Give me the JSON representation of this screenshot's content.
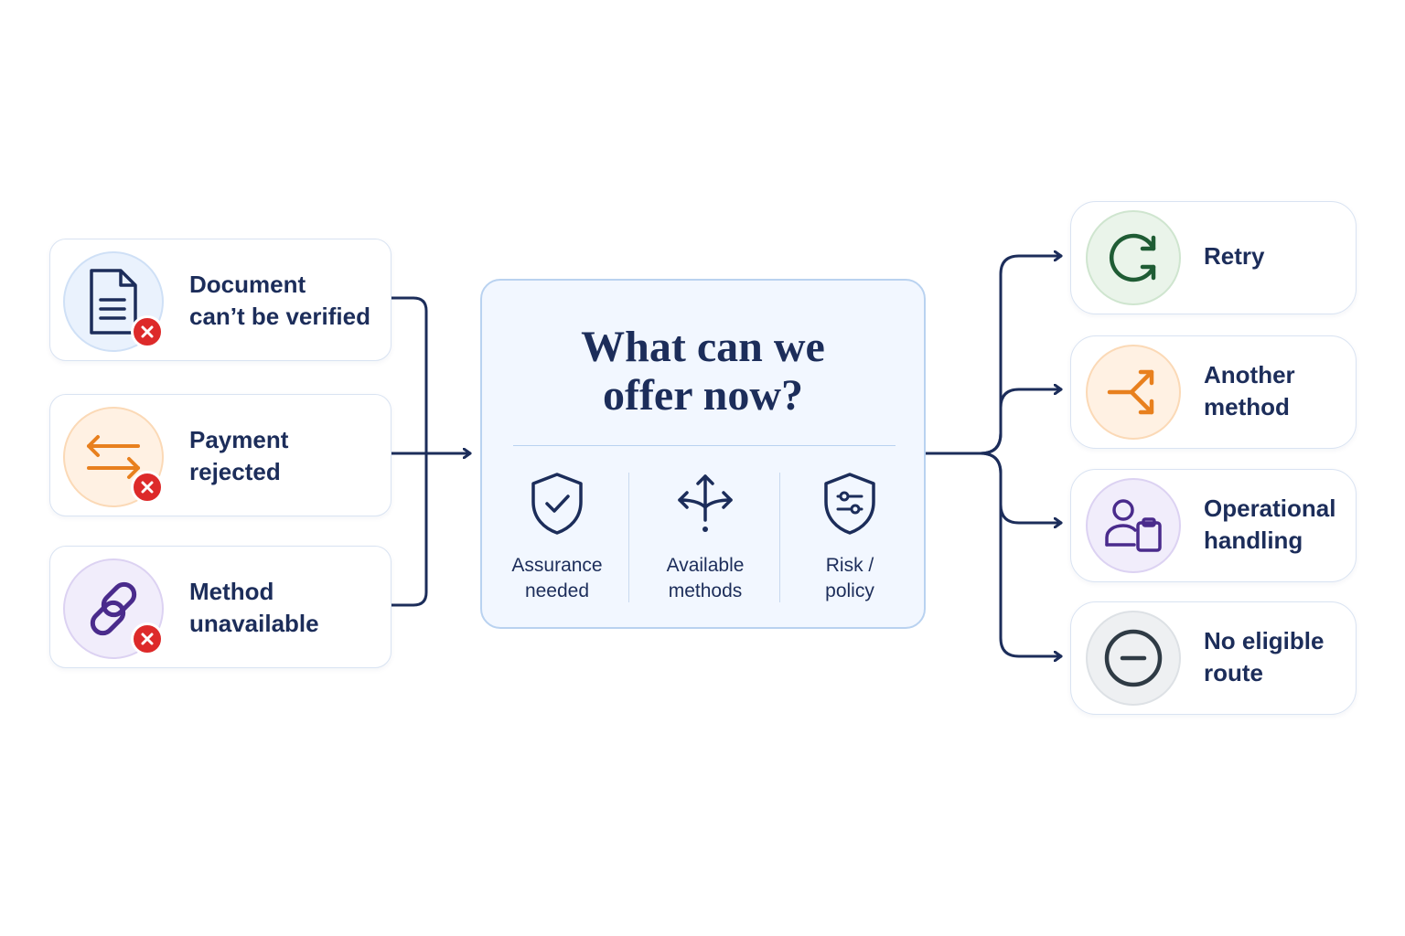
{
  "colors": {
    "navy": "#1c2d5a",
    "line": "#1c2d5a",
    "error_badge": "#dd2a2a",
    "hub_fill": "#f2f7ff",
    "hub_border": "#b9d2f0",
    "blue_soft": "#eaf2fd",
    "orange": "#e8801e",
    "orange_soft": "#fff1e3",
    "purple": "#4a2b8c",
    "purple_soft": "#f1edfb",
    "green": "#1f5c34",
    "green_soft": "#eaf4ea",
    "gray_soft": "#eef0f2",
    "gray_icon": "#2f3b45"
  },
  "inputs": [
    {
      "label": "Document\ncan’t be verified",
      "icon": "document-icon",
      "status_icon": "error-x-icon"
    },
    {
      "label": "Payment\nrejected",
      "icon": "swap-arrows-icon",
      "status_icon": "error-x-icon"
    },
    {
      "label": "Method\nunavailable",
      "icon": "link-icon",
      "status_icon": "error-x-icon"
    }
  ],
  "hub": {
    "title": "What can we\noffer now?",
    "factors": [
      {
        "label": "Assurance\nneeded",
        "icon": "shield-check-icon"
      },
      {
        "label": "Available\nmethods",
        "icon": "branching-arrows-icon"
      },
      {
        "label": "Risk /\npolicy",
        "icon": "shield-sliders-icon"
      }
    ]
  },
  "outcomes": [
    {
      "label": "Retry",
      "icon": "retry-icon"
    },
    {
      "label": "Another\nmethod",
      "icon": "fork-arrow-icon"
    },
    {
      "label": "Operational\nhandling",
      "icon": "person-clipboard-icon"
    },
    {
      "label": "No eligible\nroute",
      "icon": "minus-circle-icon"
    }
  ]
}
